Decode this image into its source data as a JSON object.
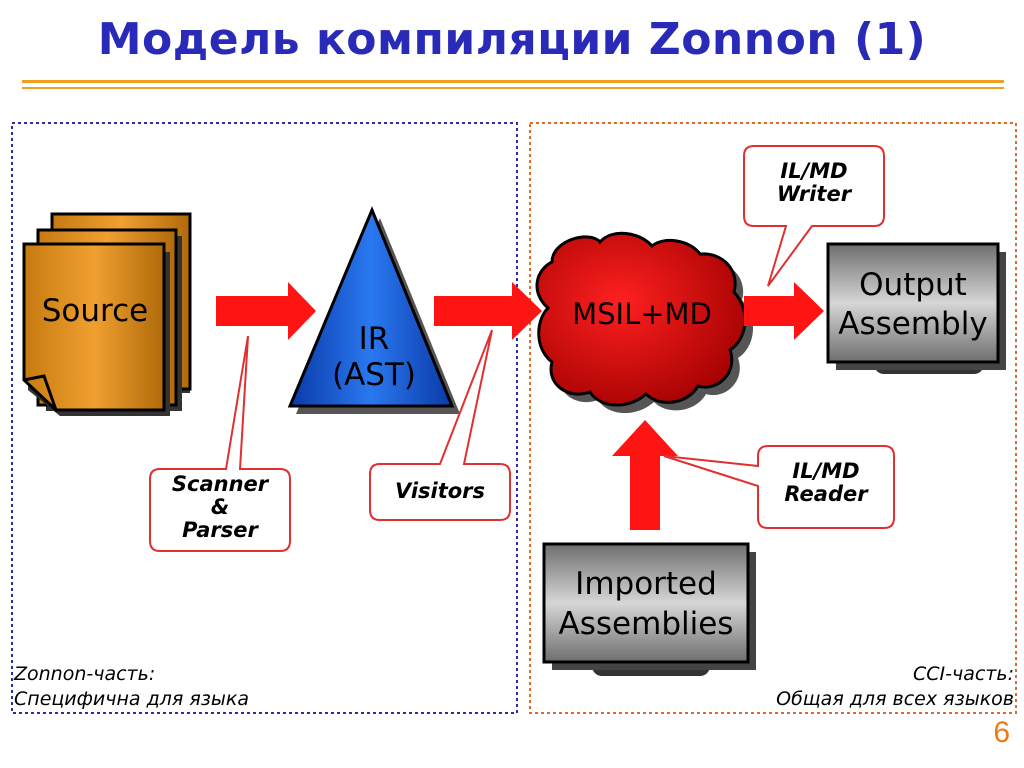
{
  "title": "Модель компиляции Zonnon (1)",
  "nodes": {
    "source": "Source",
    "ir_line1": "IR",
    "ir_line2": "(AST)",
    "msil": "MSIL+MD",
    "output_line1": "Output",
    "output_line2": "Assembly",
    "imported_line1": "Imported",
    "imported_line2": "Assemblies"
  },
  "callouts": {
    "scanner_line1": "Scanner",
    "scanner_line2": "&",
    "scanner_line3": "Parser",
    "visitors": "Visitors",
    "writer_line1": "IL/MD",
    "writer_line2": "Writer",
    "reader_line1": "IL/MD",
    "reader_line2": "Reader"
  },
  "regions": {
    "left_line1": "Zonnon-часть:",
    "left_line2": "Специфична для языка",
    "right_line1": "CCI-часть:",
    "right_line2": "Общая для всех языков"
  },
  "page_number": "6",
  "colors": {
    "title": "#2a2ab8",
    "accent_line": "#f0a020",
    "arrow": "#ff1414",
    "left_border": "#2c2ca8",
    "right_border": "#e06a2a",
    "source_fill": "#d88c1c",
    "ir_fill": "#1a5ae0",
    "msil_fill": "#e00a0a",
    "box_fill": "#8a8a8a",
    "callout_border": "#e03030"
  }
}
